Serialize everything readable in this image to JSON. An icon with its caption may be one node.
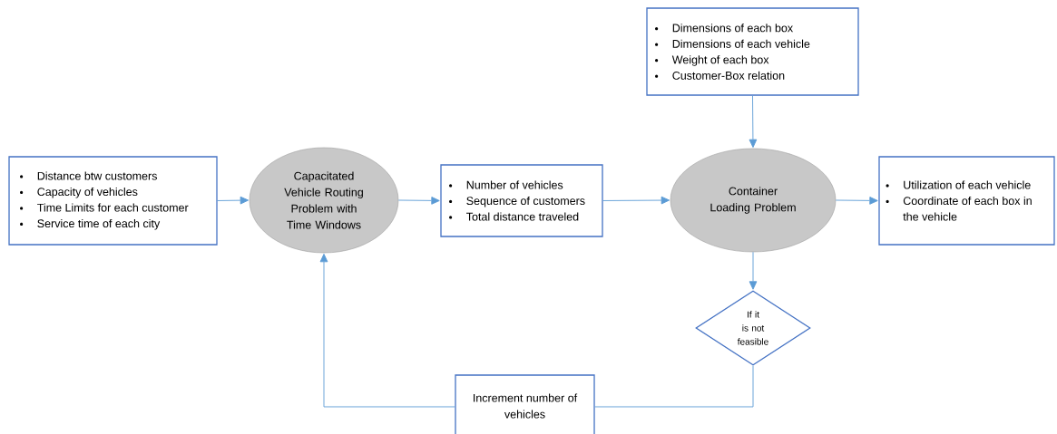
{
  "diagram": {
    "nodes": [
      {
        "text": [
          "Distance btw customers",
          "Capacity of vehicles",
          "Time Limits for each customer",
          "Service time of each city"
        ]
      },
      {
        "text": [
          "Capacitated Vehicle Routing Problem with Time Windows"
        ]
      },
      {
        "text": [
          "Number of vehicles",
          "Sequence of customers",
          "Total distance traveled"
        ]
      },
      {
        "text": [
          "Dimensions of each box",
          "Dimensions of each vehicle",
          "Weight of each box",
          "Customer-Box relation"
        ]
      },
      {
        "text": [
          "Container Loading Problem"
        ]
      },
      {
        "text": [
          "Utilization of each vehicle",
          "Coordinate of each box in the vehicle"
        ]
      },
      {
        "text": [
          "If it is not feasible"
        ]
      },
      {
        "text": [
          "Increment number of vehicles"
        ]
      }
    ],
    "edges": [
      {
        "from": 0,
        "to": 1,
        "arrow": "to"
      },
      {
        "from": 1,
        "to": 2,
        "arrow": "to"
      },
      {
        "from": 2,
        "to": 4,
        "arrow": "to"
      },
      {
        "from": 3,
        "to": 4,
        "arrow": "to"
      },
      {
        "from": 4,
        "to": 5,
        "arrow": "to"
      },
      {
        "from": 4,
        "to": 6,
        "arrow": "to"
      },
      {
        "from": 6,
        "to": 7,
        "arrow": "none"
      },
      {
        "from": 7,
        "to": 1,
        "arrow": "to"
      }
    ]
  }
}
